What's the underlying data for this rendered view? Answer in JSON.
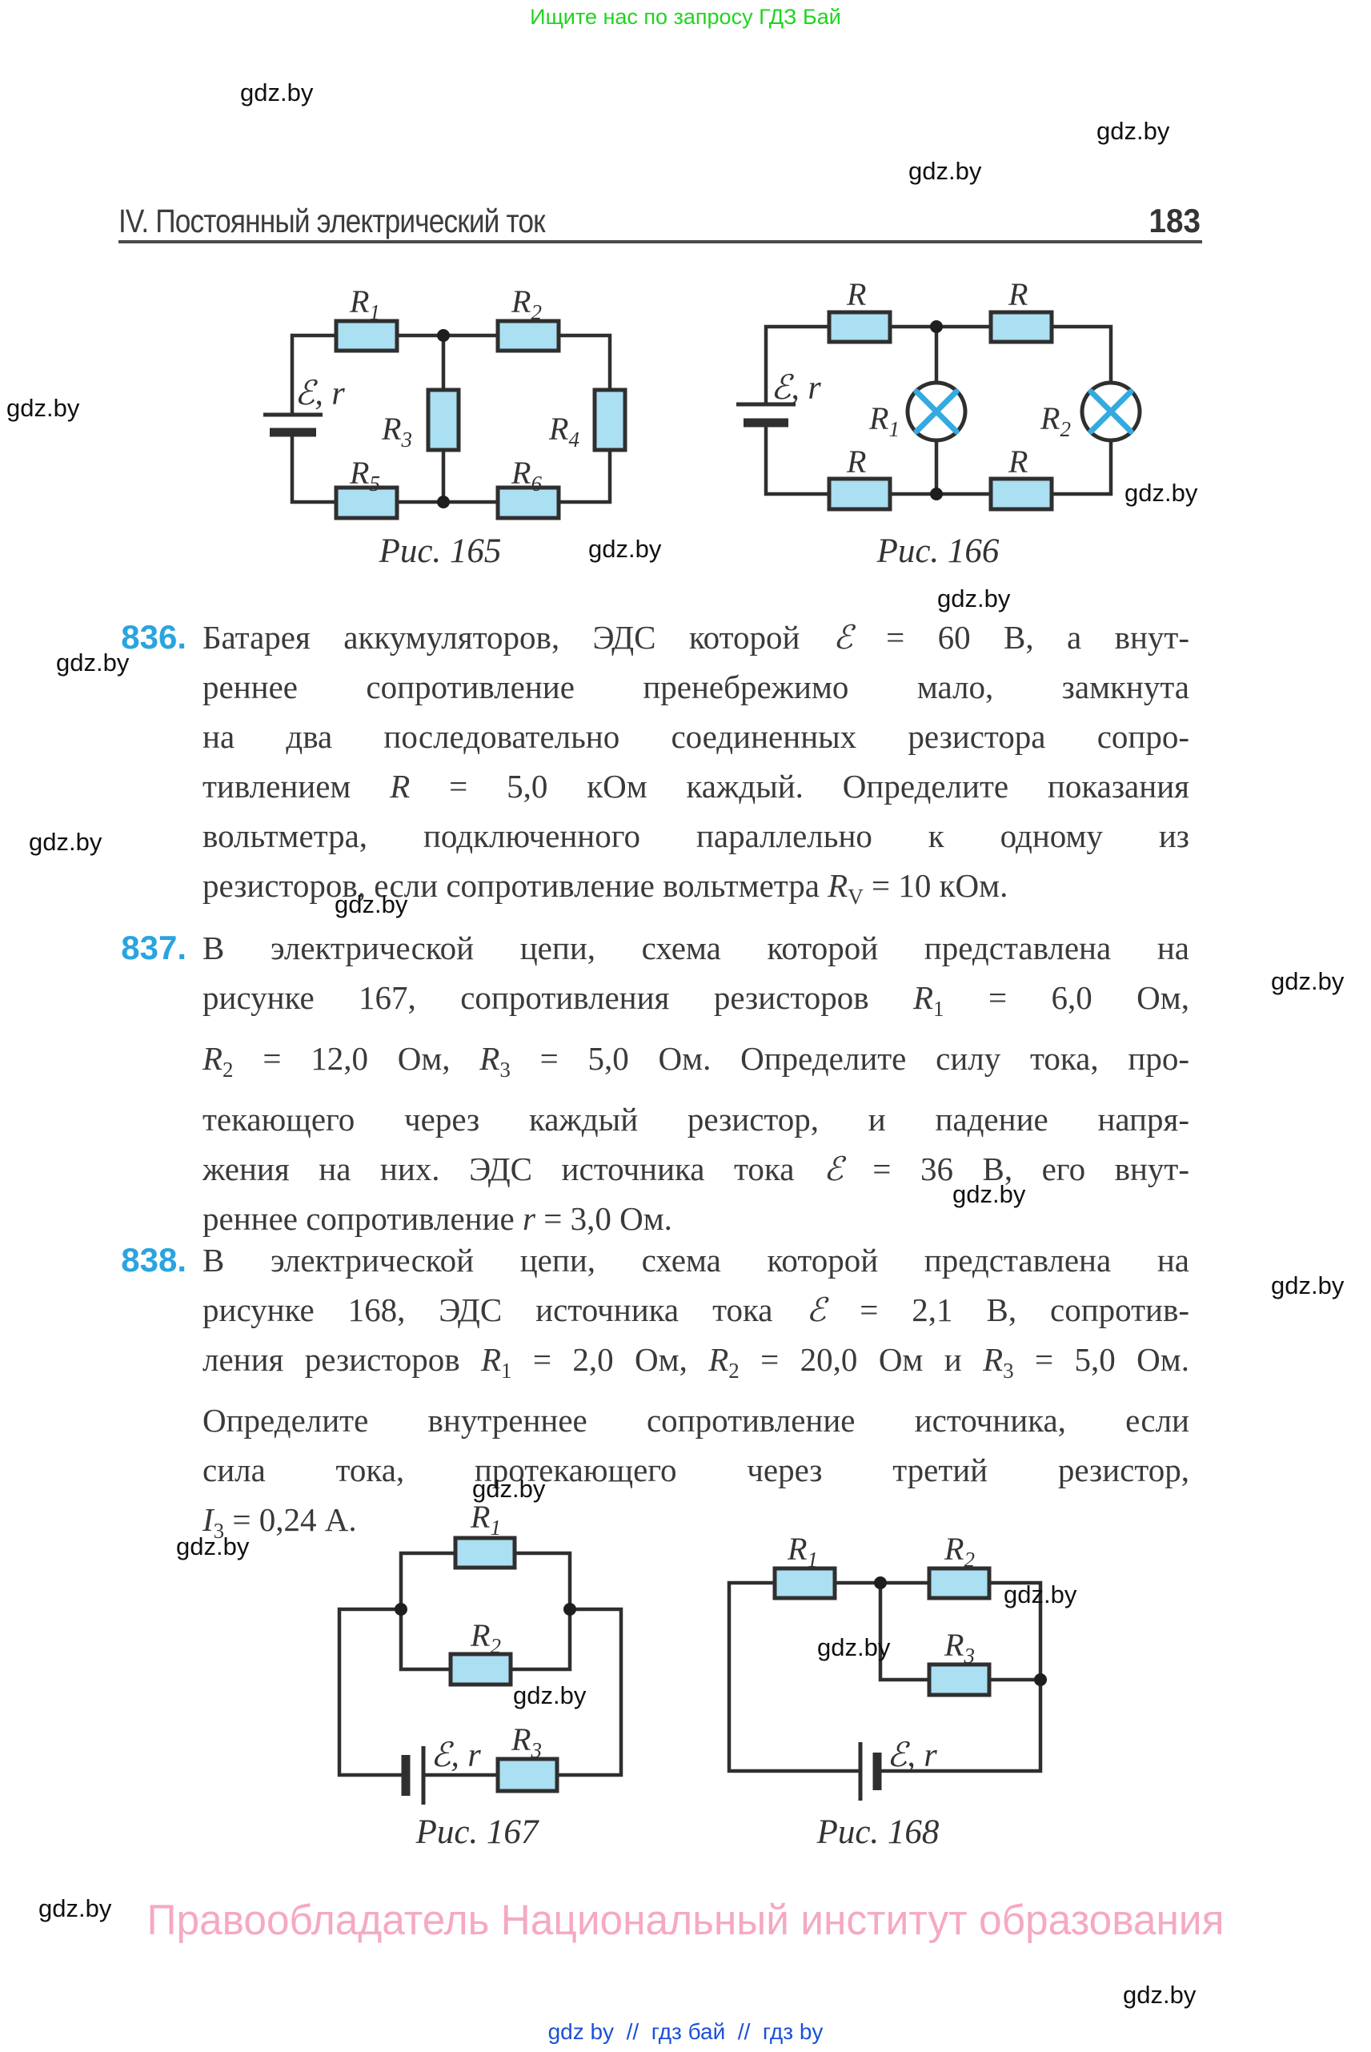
{
  "page": {
    "top_banner": "Ищите нас по запросу ГДЗ Бай",
    "watermark": "gdz.by",
    "footer_copyright": "Правообладатель Национальный институт образования",
    "footer_links": "gdz by  //  гдз бай  //  гдз by",
    "colors": {
      "problem_number_blue": "#2aa4df",
      "resistor_fill": "#abdff2",
      "lamp_cross_blue": "#35aade",
      "banner_green": "#1fd41f",
      "footer_pink": "#f5a9c3",
      "footer_link_blue": "#1c50d8"
    }
  },
  "header": {
    "chapter": "IV. Постоянный электрический ток",
    "page_number": "183"
  },
  "figures": {
    "fig165": {
      "caption": "Рис. 165",
      "emf": "ℰ, r",
      "r1": {
        "base": "R",
        "sub": "1"
      },
      "r2": {
        "base": "R",
        "sub": "2"
      },
      "r3": {
        "base": "R",
        "sub": "3"
      },
      "r4": {
        "base": "R",
        "sub": "4"
      },
      "r5": {
        "base": "R",
        "sub": "5"
      },
      "r6": {
        "base": "R",
        "sub": "6"
      }
    },
    "fig166": {
      "caption": "Рис. 166",
      "emf": "ℰ, r",
      "top_left": "R",
      "top_right": "R",
      "bottom_left": "R",
      "bottom_right": "R",
      "lamp1": {
        "base": "R",
        "sub": "1"
      },
      "lamp2": {
        "base": "R",
        "sub": "2"
      }
    },
    "fig167": {
      "caption": "Рис. 167",
      "emf": "ℰ, r",
      "r1": {
        "base": "R",
        "sub": "1"
      },
      "r2": {
        "base": "R",
        "sub": "2"
      },
      "r3": {
        "base": "R",
        "sub": "3"
      }
    },
    "fig168": {
      "caption": "Рис. 168",
      "emf": "ℰ, r",
      "r1": {
        "base": "R",
        "sub": "1"
      },
      "r2": {
        "base": "R",
        "sub": "2"
      },
      "r3": {
        "base": "R",
        "sub": "3"
      }
    }
  },
  "problems": [
    {
      "number": "836.",
      "lines": [
        "Батарея аккумуляторов, ЭДС которой <i>ℰ</i> = 60 В, а внут-",
        "реннее сопротивление пренебрежимо мало, замкнута",
        "на два последовательно соединенных резистора сопро-",
        "тивлением <i>R</i> = 5,0 кОм каждый. Определите показания",
        "вольтметра, подключенного параллельно к одному из",
        "резисторов, если сопротивление вольтметра <i>R</i><sub>V</sub> = 10 кОм."
      ]
    },
    {
      "number": "837.",
      "lines": [
        "В электрической цепи, схема которой представлена на",
        "рисунке 167, сопротивления резисторов <i>R</i><sub>1</sub> = 6,0 Ом,",
        "<i>R</i><sub>2</sub> = 12,0 Ом, <i>R</i><sub>3</sub> = 5,0 Ом. Определите силу тока, про-",
        "текающего через каждый резистор, и падение напря-",
        "жения на них. ЭДС источника тока <i>ℰ</i> = 36 В, его внут-",
        "реннее сопротивление <i>r</i> = 3,0 Ом."
      ]
    },
    {
      "number": "838.",
      "lines": [
        "В электрической цепи, схема которой представлена на",
        "рисунке 168, ЭДС источника тока <i>ℰ</i> = 2,1 В, сопротив-",
        "ления резисторов <i>R</i><sub>1</sub> = 2,0 Ом, <i>R</i><sub>2</sub> = 20,0 Ом и <i>R</i><sub>3</sub> = 5,0 Ом.",
        "Определите внутреннее сопротивление источника, если",
        "сила тока, протекающего через третий резистор,",
        "<i>I</i><sub>3</sub> = 0,24 А."
      ]
    }
  ]
}
